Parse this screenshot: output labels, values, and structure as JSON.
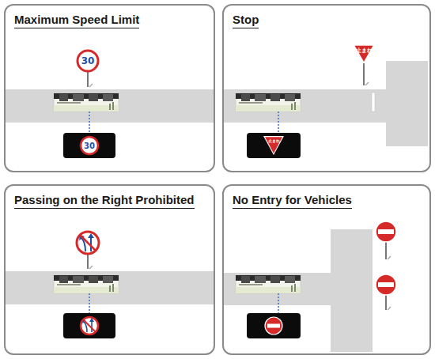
{
  "diagram": {
    "nodes": [
      {
        "text": [
          "Maximum Speed Limit"
        ]
      },
      {
        "text": [
          "30"
        ],
        "in": 0
      },
      {
        "text": [
          "30"
        ],
        "in": 0
      },
      {
        "text": [
          "Stop"
        ]
      },
      {
        "text": [
          "止まれ"
        ],
        "in": 3
      },
      {
        "text": [
          "止まれ"
        ],
        "in": 3
      },
      {
        "text": [
          "Passing on the Right Prohibited"
        ]
      },
      {
        "text": [
          "No Entry for Vehicles"
        ]
      }
    ]
  }
}
